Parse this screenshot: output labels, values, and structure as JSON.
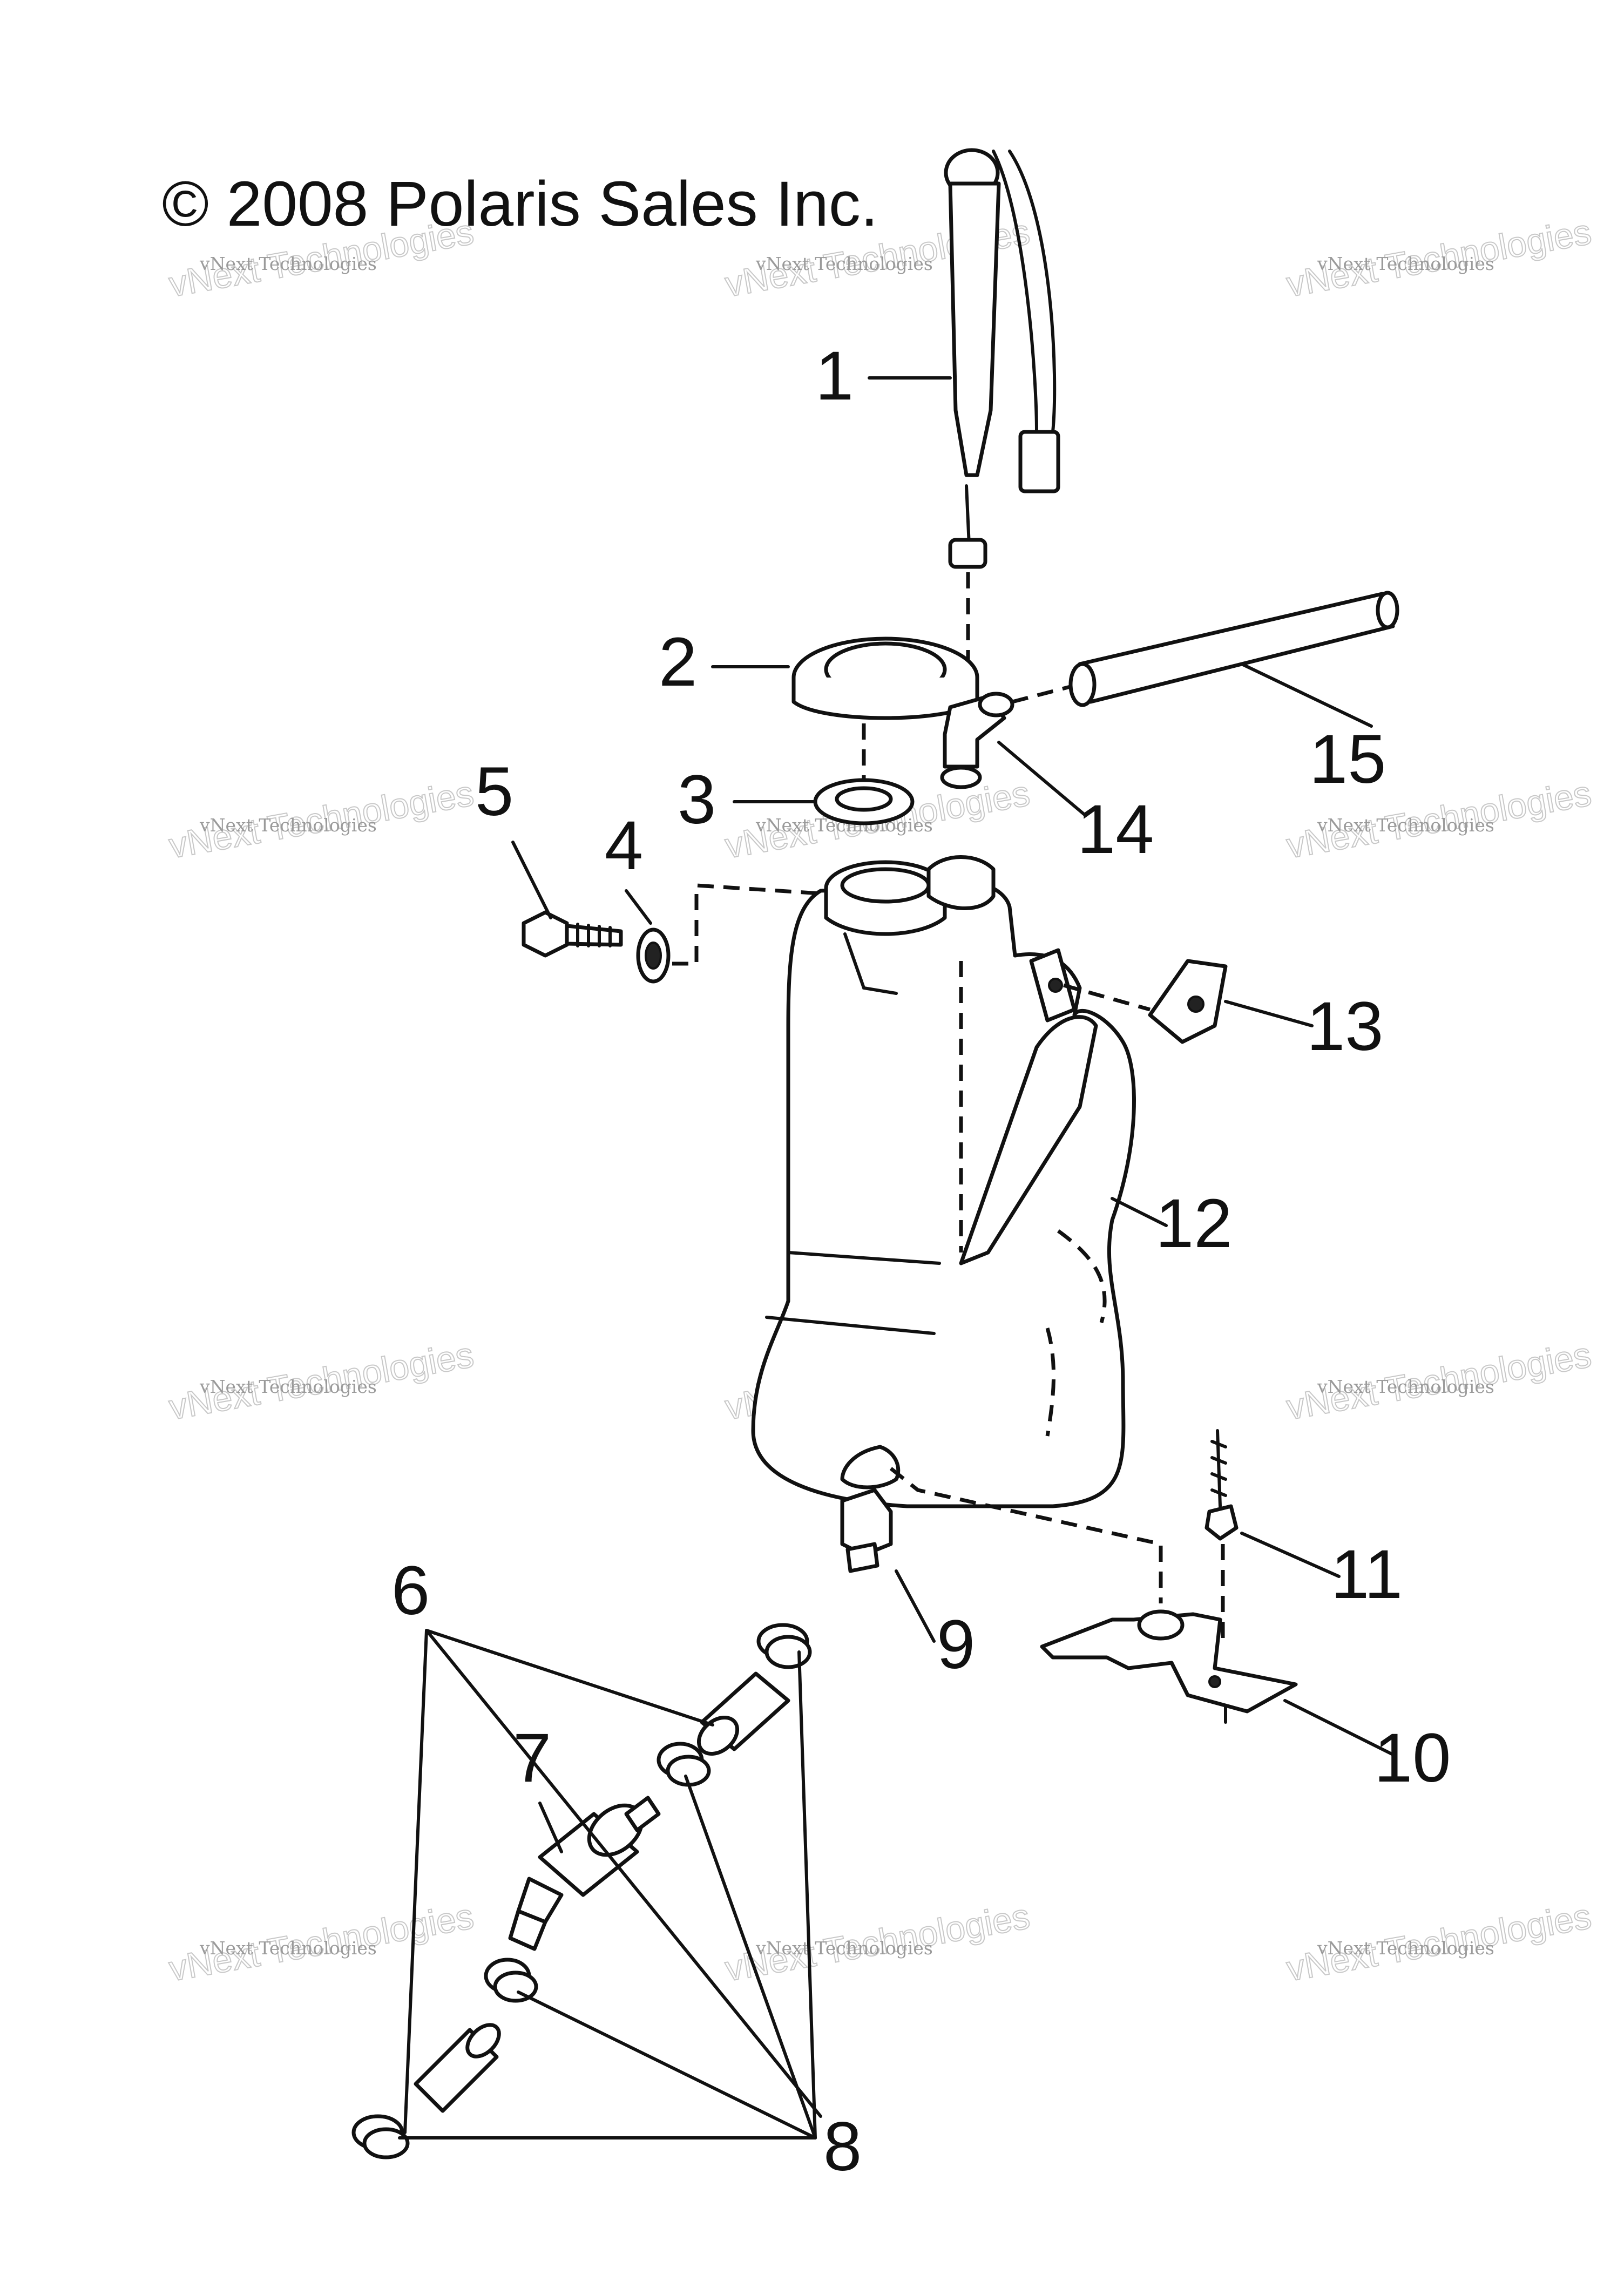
{
  "copyright": "© 2008 Polaris Sales Inc.",
  "watermark": {
    "small": "vNext Technologies",
    "large": "vNext Technologies"
  },
  "callouts": {
    "c1": "1",
    "c2": "2",
    "c3": "3",
    "c4": "4",
    "c5": "5",
    "c6": "6",
    "c7": "7",
    "c8": "8",
    "c9": "9",
    "c10": "10",
    "c11": "11",
    "c12": "12",
    "c13": "13",
    "c14": "14",
    "c15": "15"
  }
}
